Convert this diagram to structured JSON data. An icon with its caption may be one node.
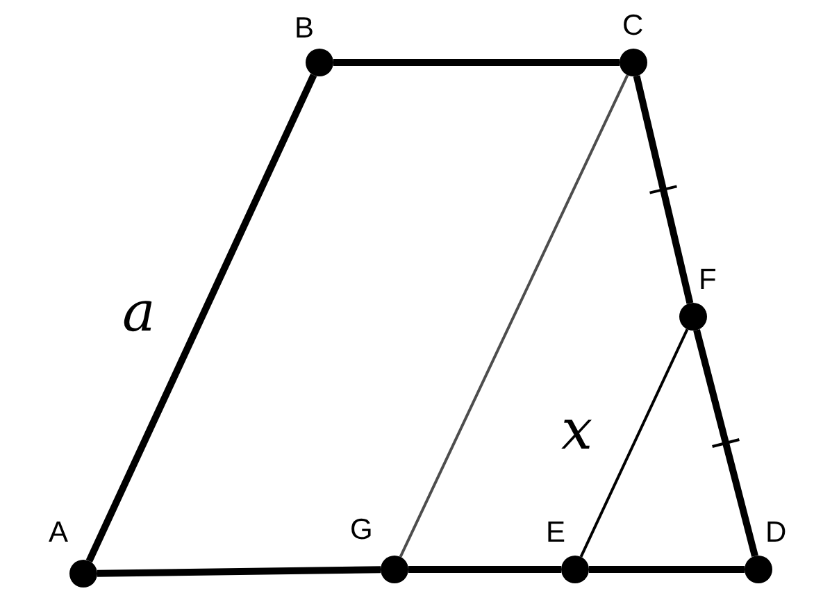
{
  "diagram": {
    "nodes": [
      {
        "text": [],
        "shape": "circle",
        "beside": [
          "A"
        ]
      },
      {
        "text": [],
        "shape": "circle",
        "beside": [
          "B"
        ]
      },
      {
        "text": [],
        "shape": "circle",
        "beside": [
          "C"
        ]
      },
      {
        "text": [],
        "shape": "circle",
        "beside": [
          "D"
        ]
      },
      {
        "text": [],
        "shape": "circle",
        "beside": [
          "E"
        ]
      },
      {
        "text": [],
        "shape": "circle",
        "beside": [
          "F"
        ]
      },
      {
        "text": [],
        "shape": "circle",
        "beside": [
          "G"
        ]
      }
    ],
    "edges": [
      {
        "from": 0,
        "to": 1,
        "arrow": "none",
        "label": "a"
      },
      {
        "from": 1,
        "to": 2,
        "arrow": "none"
      },
      {
        "from": 2,
        "to": 5,
        "arrow": "none"
      },
      {
        "from": 5,
        "to": 3,
        "arrow": "none"
      },
      {
        "from": 0,
        "to": 6,
        "arrow": "none"
      },
      {
        "from": 6,
        "to": 4,
        "arrow": "none"
      },
      {
        "from": 4,
        "to": 3,
        "arrow": "none"
      },
      {
        "from": 2,
        "to": 6,
        "arrow": "none",
        "color": "#4d4d4d"
      },
      {
        "from": 5,
        "to": 4,
        "arrow": "none",
        "label": "x"
      }
    ]
  }
}
